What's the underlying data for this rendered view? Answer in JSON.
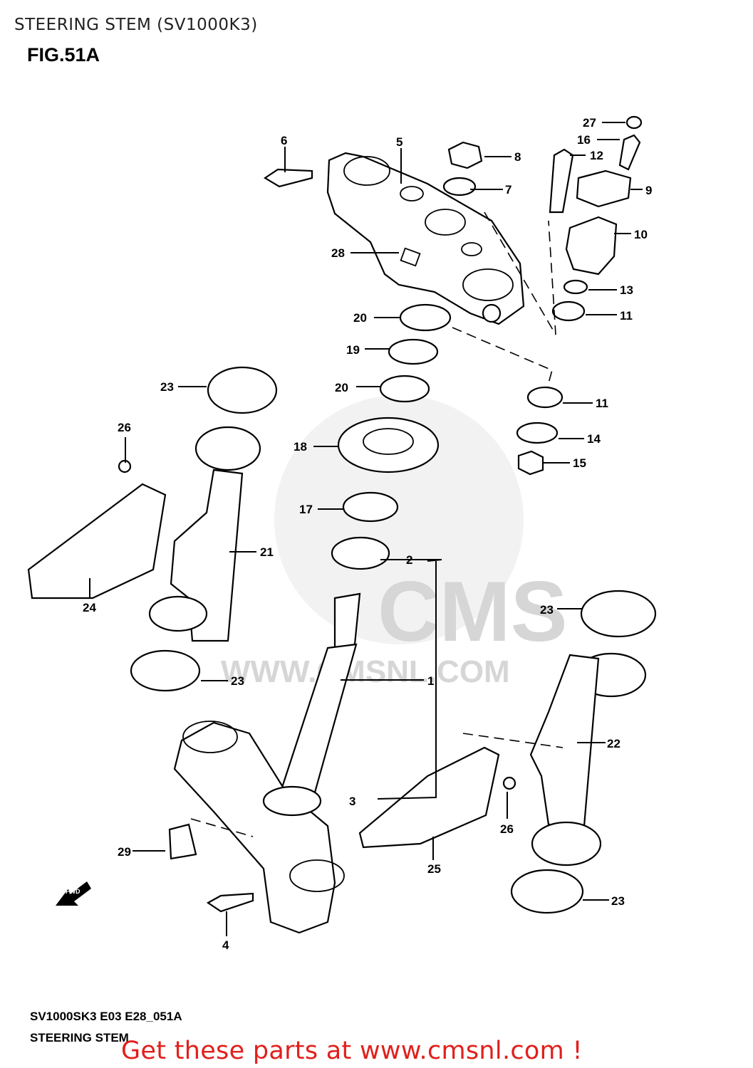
{
  "page_title": "STEERING STEM (SV1000K3)",
  "figure_label": "FIG.51A",
  "watermark": {
    "brand": "CMS",
    "site": "WWW.CMSNL.COM"
  },
  "fwd_label": "FWD",
  "callouts": {
    "c1": "1",
    "c2": "2",
    "c3": "3",
    "c4": "4",
    "c5": "5",
    "c6": "6",
    "c7": "7",
    "c8": "8",
    "c9": "9",
    "c10": "10",
    "c11a": "11",
    "c11b": "11",
    "c12": "12",
    "c13": "13",
    "c14": "14",
    "c15": "15",
    "c16": "16",
    "c17": "17",
    "c18": "18",
    "c19": "19",
    "c20a": "20",
    "c20b": "20",
    "c21": "21",
    "c22": "22",
    "c23a": "23",
    "c23b": "23",
    "c23c": "23",
    "c23d": "23",
    "c24": "24",
    "c25": "25",
    "c26a": "26",
    "c26b": "26",
    "c27": "27",
    "c28": "28",
    "c29": "29"
  },
  "footer": {
    "code": "SV1000SK3 E03 E28_051A",
    "name": "STEERING STEM",
    "cta": "Get these parts at www.cmsnl.com !"
  },
  "colors": {
    "cta": "#e0201c",
    "watermark": "#d9d9d9",
    "line": "#000000"
  }
}
